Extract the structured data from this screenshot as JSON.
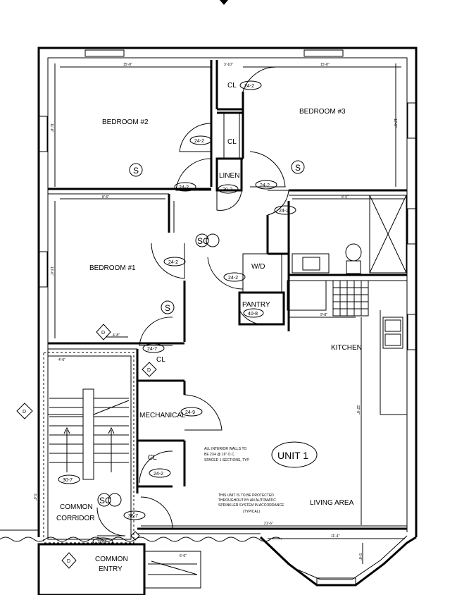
{
  "rooms": {
    "bedroom2": "BEDROOM #2",
    "bedroom3": "BEDROOM #3",
    "bedroom1": "BEDROOM #1",
    "kitchen": "KITCHEN",
    "mechanical": "MECHANICAL",
    "living": "LIVING AREA",
    "common_corridor_1": "COMMON",
    "common_corridor_2": "CORRIDOR",
    "common_entry_1": "COMMON",
    "common_entry_2": "ENTRY",
    "pantry": "PANTRY",
    "linen": "LINEN",
    "wd": "W/D",
    "cl_top": "CL",
    "cl_mid": "CL",
    "cl_stair": "CL",
    "cl_lower": "CL"
  },
  "unit_label": "UNIT 1",
  "symbols": {
    "smoke": "S",
    "smoke_co": "SC",
    "detail_marker": "D"
  },
  "door_tags": {
    "cl_top": "24-2",
    "bed2": "24-2",
    "bed2_lower": "24-2",
    "linen": "20-2",
    "bed3": "24-2",
    "bath": "24-2",
    "bed1": "24-2",
    "wd": "24-2",
    "pantry": "40-8",
    "cl_stair": "24-7",
    "mech": "24-9",
    "cl_lower": "24-2",
    "stair": "30-7",
    "corridor": "36-7",
    "entry": "20-1"
  },
  "notes": {
    "unit_note": [
      "ALL INTERIOR WALLS TO",
      "BE 2X4 @ 16\" O.C.",
      "SPACED 1 SECTIONS, TYP."
    ],
    "living_note": [
      "THIS UNIT IS TO BE PROTECTED",
      "THROUGHOUT BY AN AUTOMATIC",
      "SPRINKLER SYSTEM IN ACCORDANCE",
      "(TYPICAL)"
    ]
  },
  "dims": {
    "bed2_top": "15'-8\"",
    "bed3_top": "15'-8\"",
    "cl_top": "3'-10\"",
    "bed2_side": "11'-8\"",
    "bed3_side": "12'-8\"",
    "bed1_top": "8'-6\"",
    "bath_top": "8'-6\"",
    "bed1_side": "13'-6\"",
    "kitchen_v": "22'-8\"",
    "kitchen_top": "9'-8\"",
    "living_bottom": "21'-6\"",
    "entry_top": "11'-4\"",
    "bay_side": "5'-8\"",
    "entry_width": "6'-6\"",
    "stair_width": "4'-0\"",
    "stair_top": "4'-8\"",
    "corridor_v": "3'-6\""
  }
}
